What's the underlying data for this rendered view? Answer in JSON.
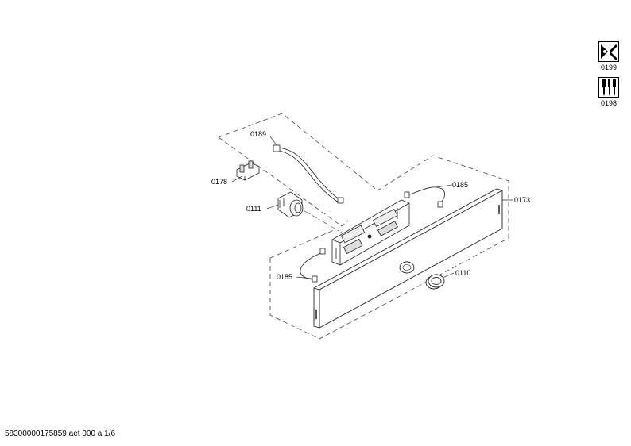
{
  "parts": {
    "p0189": "0189",
    "p0178": "0178",
    "p0111": "0111",
    "p0185_top": "0185",
    "p0173": "0173",
    "p0185_bottom": "0185",
    "p0110": "0110"
  },
  "tools": {
    "t0199": "0199",
    "t0198": "0198"
  },
  "footer": "58300000175859 aet 000 a 1/6"
}
